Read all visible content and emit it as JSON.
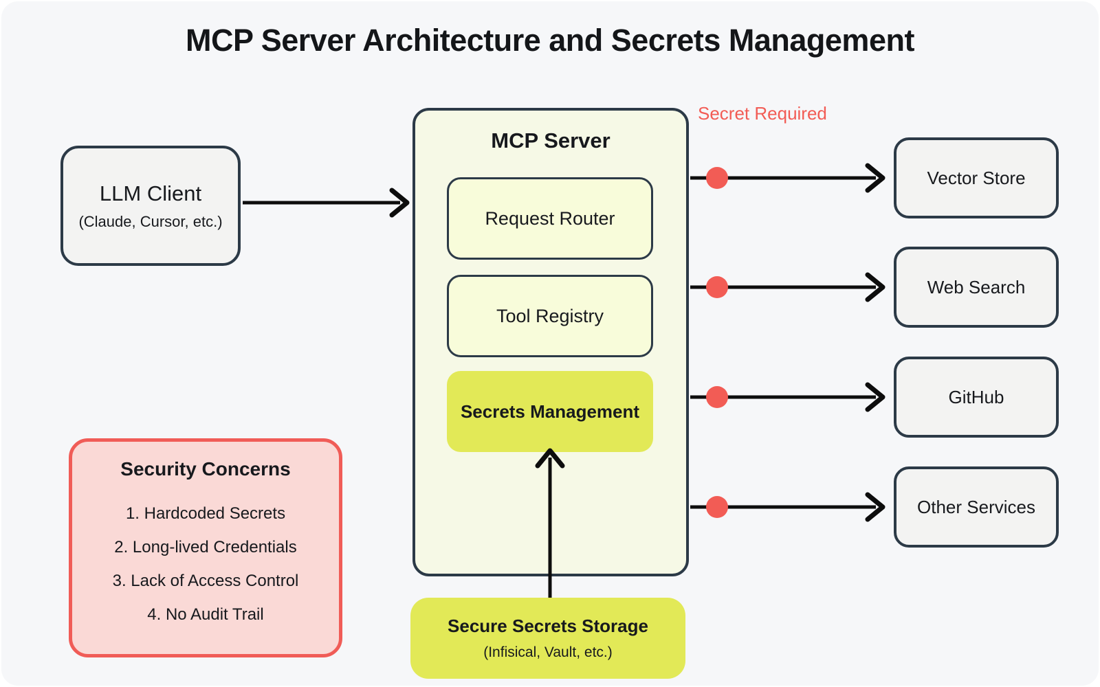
{
  "title": "MCP Server Architecture and Secrets Management",
  "llm_client": {
    "title": "LLM Client",
    "subtitle": "(Claude, Cursor, etc.)"
  },
  "mcp_server": {
    "title": "MCP Server",
    "components": [
      {
        "label": "Request Router",
        "highlighted": false
      },
      {
        "label": "Tool Registry",
        "highlighted": false
      },
      {
        "label": "Secrets Management",
        "highlighted": true
      }
    ]
  },
  "secret_required_label": "Secret Required",
  "services": [
    {
      "label": "Vector Store"
    },
    {
      "label": "Web Search"
    },
    {
      "label": "GitHub"
    },
    {
      "label": "Other Services"
    }
  ],
  "security_concerns": {
    "title": "Security Concerns",
    "items": [
      "1. Hardcoded Secrets",
      "2. Long-lived Credentials",
      "3. Lack of Access Control",
      "4. No Audit Trail"
    ]
  },
  "secure_storage": {
    "title": "Secure Secrets Storage",
    "subtitle": "(Infisical, Vault, etc.)"
  },
  "colors": {
    "background": "#f6f7f9",
    "node_border": "#2c3a47",
    "node_fill_gray": "#f3f3f2",
    "mcp_fill": "#f6f9e6",
    "component_fill": "#f8fcda",
    "highlight_fill": "#e2e957",
    "concern_fill": "#fad9d6",
    "accent_red": "#f25c55",
    "line_black": "#0d0d0d"
  }
}
